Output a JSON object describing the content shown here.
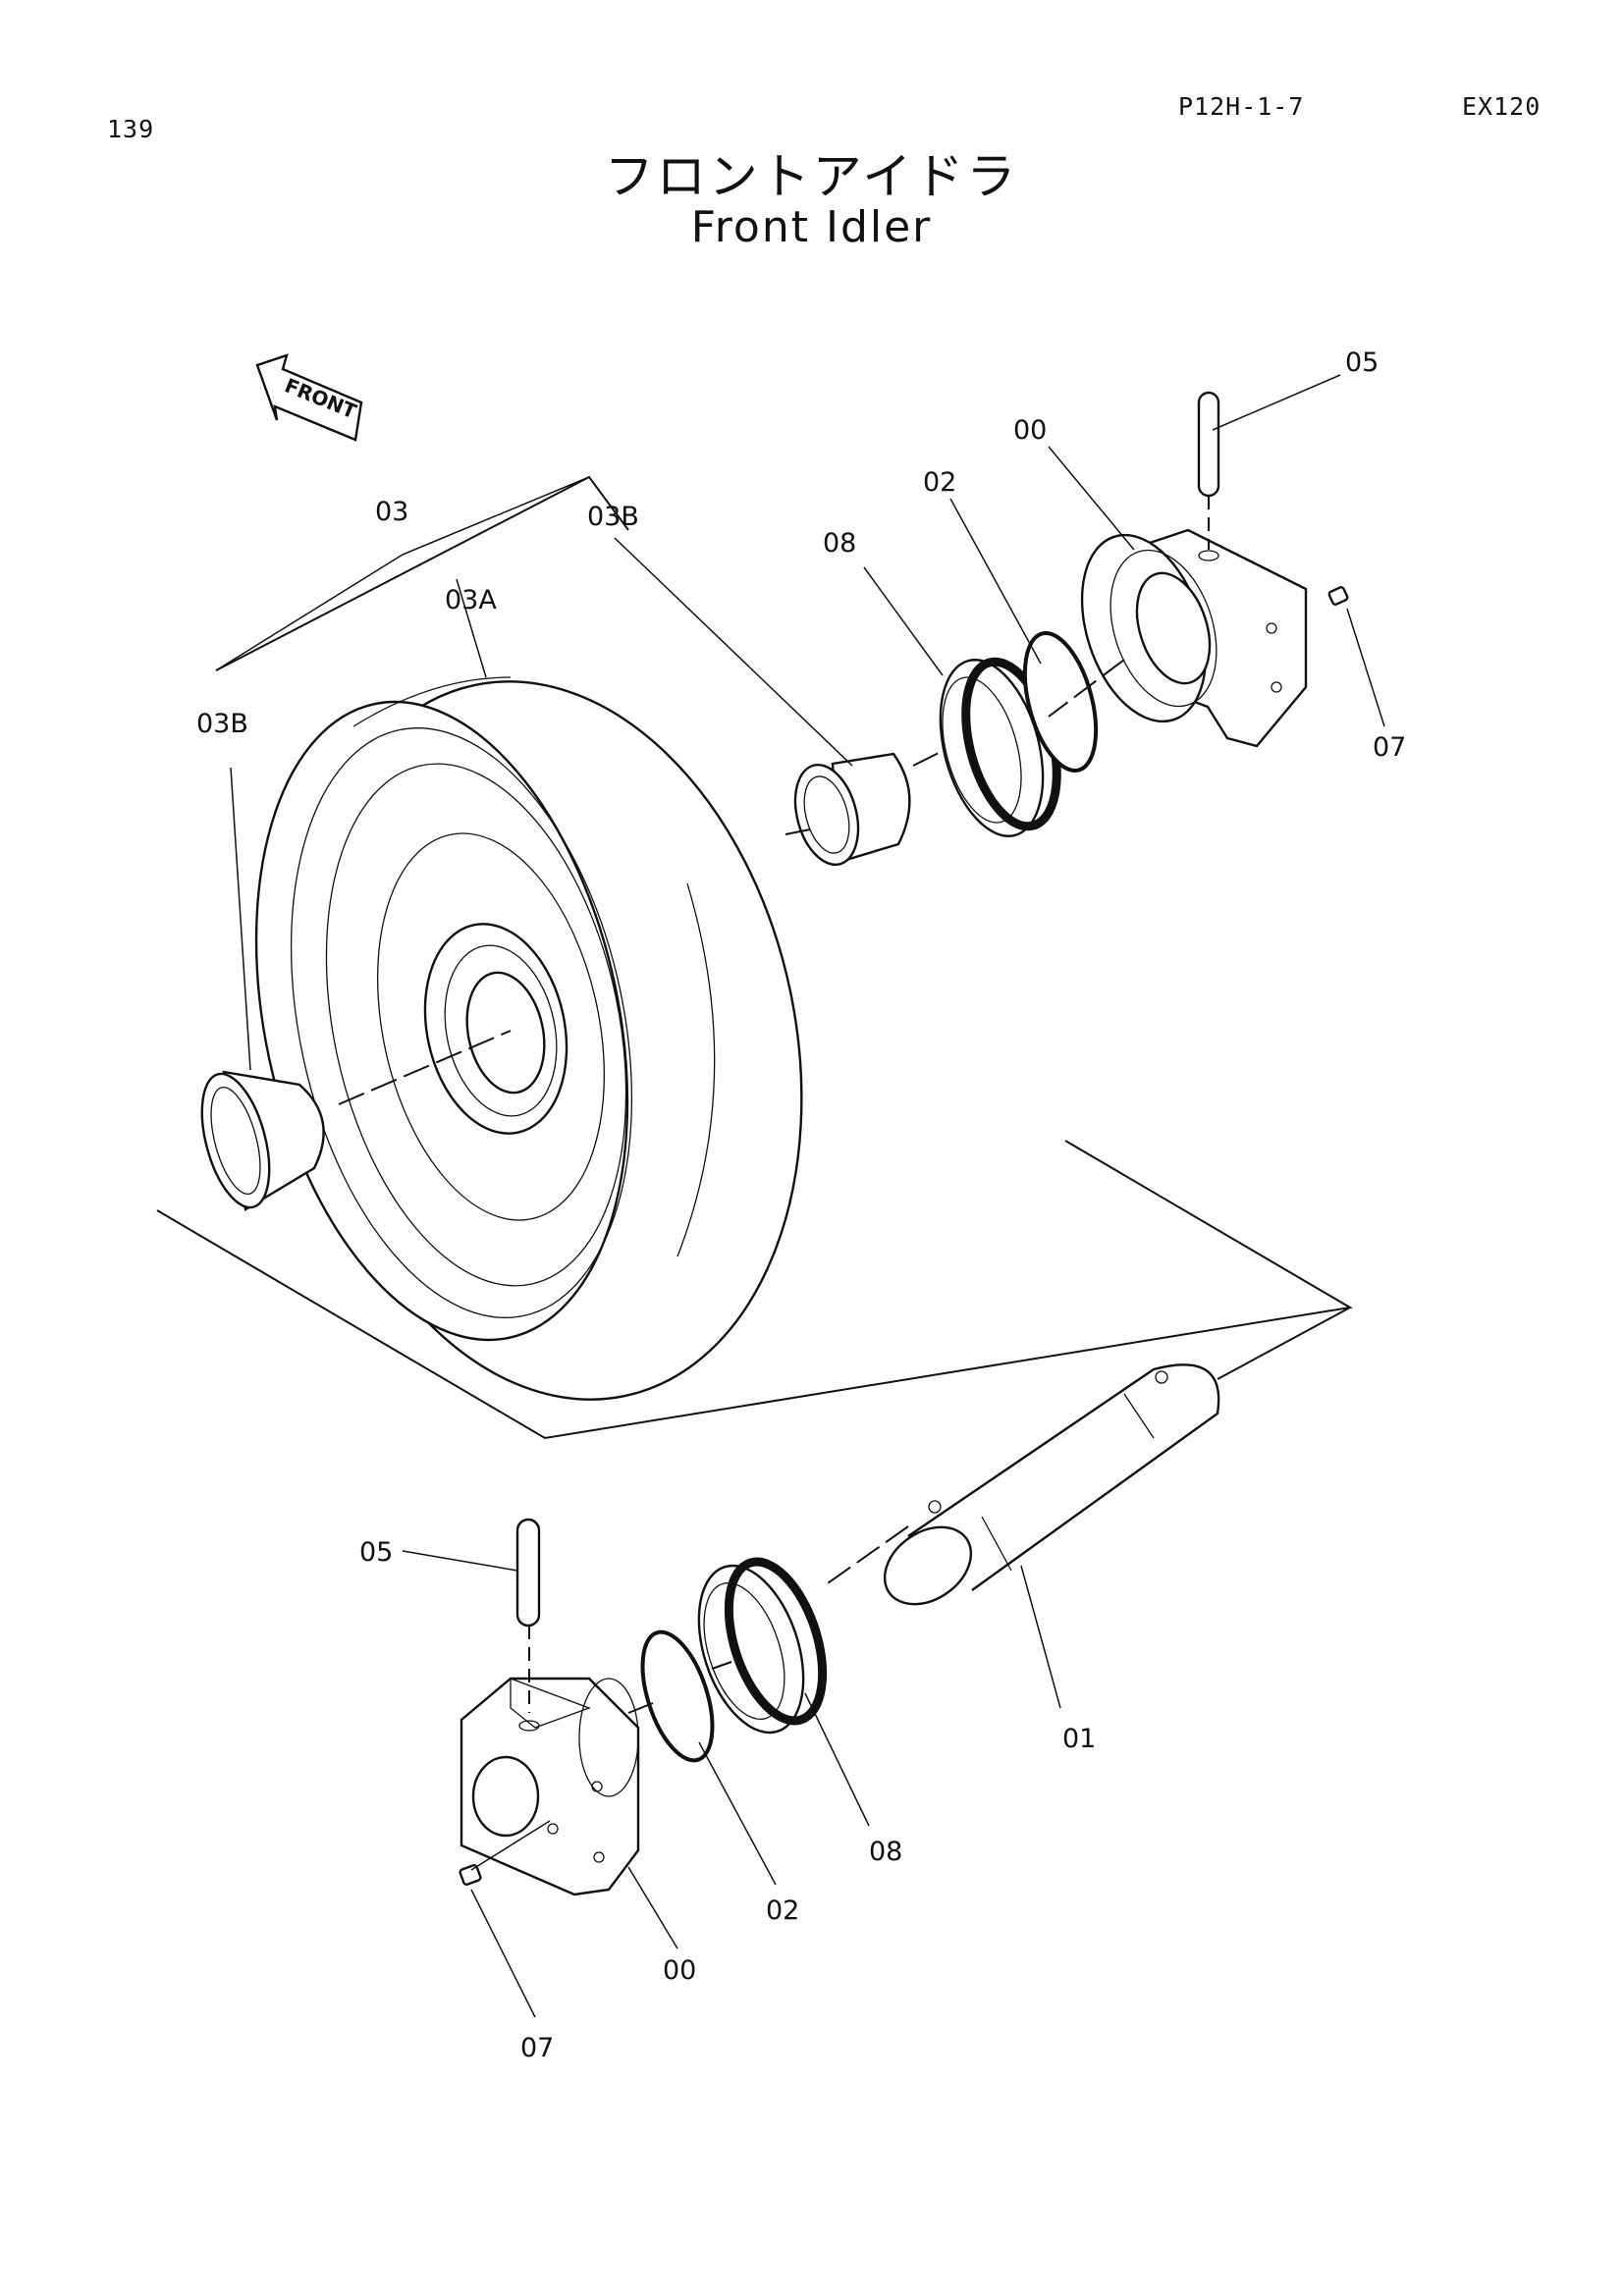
{
  "header": {
    "page_number": "139",
    "document_code": "P12H-1-7",
    "model": "EX120"
  },
  "title": {
    "japanese": "フロントアイドラ",
    "english": "Front Idler"
  },
  "direction_arrow": {
    "label": "FRONT"
  },
  "callouts": {
    "c05_top": "05",
    "c00_top": "00",
    "c02_top": "02",
    "c08_top": "08",
    "c03": "03",
    "c03b_top": "03B",
    "c03a": "03A",
    "c03b_left": "03B",
    "c07_top": "07",
    "c05_bottom": "05",
    "c01": "01",
    "c08_bottom": "08",
    "c02_bottom": "02",
    "c00_bottom": "00",
    "c07_bottom": "07"
  }
}
